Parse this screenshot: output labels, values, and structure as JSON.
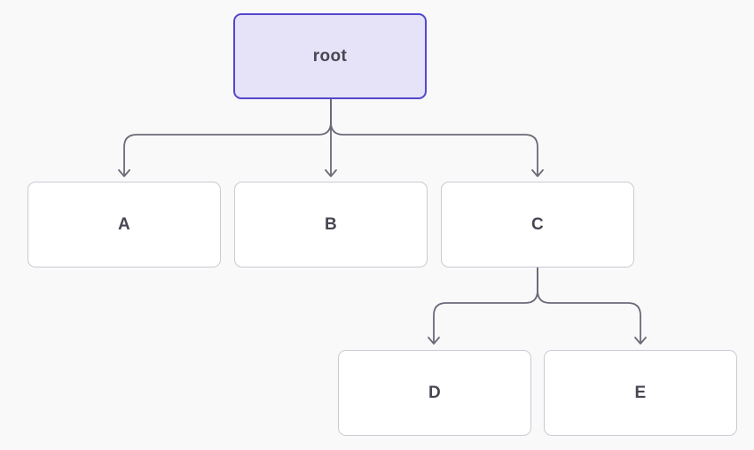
{
  "diagram": {
    "type": "tree",
    "nodes": {
      "root": {
        "label": "root"
      },
      "a": {
        "label": "A"
      },
      "b": {
        "label": "B"
      },
      "c": {
        "label": "C"
      },
      "d": {
        "label": "D"
      },
      "e": {
        "label": "E"
      }
    },
    "edges": [
      {
        "from": "root",
        "to": "A"
      },
      {
        "from": "root",
        "to": "B"
      },
      {
        "from": "root",
        "to": "C"
      },
      {
        "from": "C",
        "to": "D"
      },
      {
        "from": "C",
        "to": "E"
      }
    ],
    "colors": {
      "background": "#f9f9fa",
      "root_fill": "#e6e2f7",
      "root_border": "#5348cc",
      "node_fill": "#ffffff",
      "node_border": "#cacad3",
      "edge": "#6a6a78",
      "label": "#474753"
    }
  }
}
